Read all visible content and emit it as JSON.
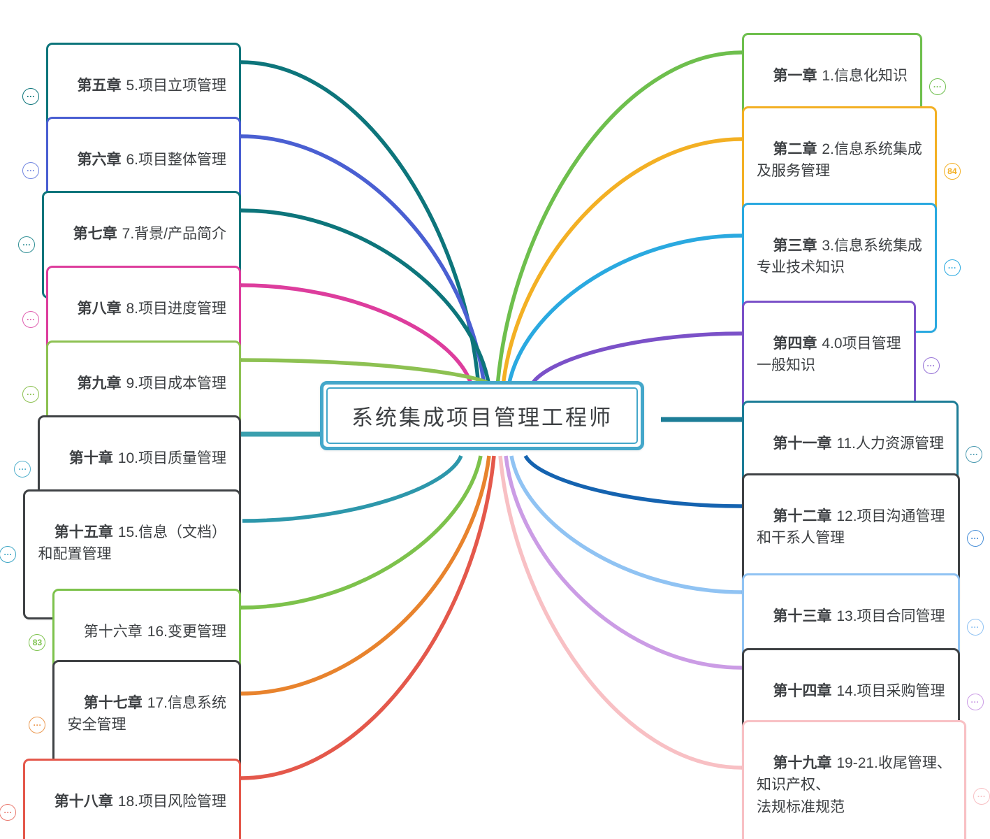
{
  "center": {
    "label": "系统集成项目管理工程师",
    "border_color": "#44a7ca"
  },
  "left_nodes": [
    {
      "chapter": "第五章",
      "title": "5.项目立项管理",
      "border_color": "#0d757b",
      "line_color": "#0d757b",
      "indicator": "···",
      "indicator_color": "#0d757b"
    },
    {
      "chapter": "第六章",
      "title": "6.项目整体管理",
      "border_color": "#4a5fd2",
      "line_color": "#4a5fd2",
      "indicator": "···",
      "indicator_color": "#7186e0"
    },
    {
      "chapter": "第七章",
      "title": "7.背景/产品简介",
      "border_color": "#0d757b",
      "line_color": "#0d757b",
      "indicator": "···",
      "indicator_color": "#2e8e94"
    },
    {
      "chapter": "第八章",
      "title": "8.项目进度管理",
      "border_color": "#dd3d9d",
      "line_color": "#dd3d9d",
      "indicator": "···",
      "indicator_color": "#e061b1"
    },
    {
      "chapter": "第九章",
      "title": "9.项目成本管理",
      "border_color": "#8dc152",
      "line_color": "#8dc152",
      "indicator": "···",
      "indicator_color": "#8dc152"
    },
    {
      "chapter": "第十章",
      "title": "10.项目质量管理",
      "border_color": "#3f4245",
      "line_color": "#3a9fae",
      "indicator": "···",
      "indicator_color": "#55b1cd"
    },
    {
      "chapter": "第十五章",
      "title": "15.信息（文档）\n和配置管理",
      "border_color": "#3f4245",
      "line_color": "#2d97ab",
      "indicator": "···",
      "indicator_color": "#3ba5c4"
    },
    {
      "chapter": "第十六章",
      "title": "16.变更管理",
      "chapter_weight": "400",
      "border_color": "#7dc24c",
      "line_color": "#7dc24c",
      "indicator": "83",
      "indicator_color": "#7dc24c"
    },
    {
      "chapter": "第十七章",
      "title": "17.信息系统\n安全管理",
      "border_color": "#3f4245",
      "line_color": "#e8832d",
      "indicator": "···",
      "indicator_color": "#ec9a52"
    },
    {
      "chapter": "第十八章",
      "title": "18.项目风险管理",
      "border_color": "#e4584b",
      "line_color": "#e4584b",
      "indicator": "···",
      "indicator_color": "#e97a6f"
    }
  ],
  "right_nodes": [
    {
      "chapter": "第一章",
      "title": "1.信息化知识",
      "border_color": "#6ebf4d",
      "line_color": "#6ebf4d",
      "indicator": "···",
      "indicator_color": "#6ebf4d"
    },
    {
      "chapter": "第二章",
      "title": "2.信息系统集成\n及服务管理",
      "border_color": "#f3b024",
      "line_color": "#f3b024",
      "indicator": "84",
      "indicator_color": "#f3b024"
    },
    {
      "chapter": "第三章",
      "title": "3.信息系统集成\n专业技术知识",
      "border_color": "#2aa9e0",
      "line_color": "#2aa9e0",
      "indicator": "···",
      "indicator_color": "#2aa9e0"
    },
    {
      "chapter": "第四章",
      "title": "4.0项目管理\n一般知识",
      "border_color": "#7b51c8",
      "line_color": "#7b51c8",
      "indicator": "···",
      "indicator_color": "#9672d6"
    },
    {
      "chapter": "第十一章",
      "title": "11.人力资源管理",
      "border_color": "#1d7d97",
      "line_color": "#1d7d97",
      "indicator": "···",
      "indicator_color": "#4a9ab0"
    },
    {
      "chapter": "第十二章",
      "title": "12.项目沟通管理\n和干系人管理",
      "border_color": "#3f4245",
      "line_color": "#1563b0",
      "indicator": "···",
      "indicator_color": "#4a90d8"
    },
    {
      "chapter": "第十三章",
      "title": "13.项目合同管理",
      "border_color": "#90c3f3",
      "line_color": "#90c3f3",
      "indicator": "···",
      "indicator_color": "#90c3f3"
    },
    {
      "chapter": "第十四章",
      "title": "14.项目采购管理",
      "border_color": "#3f4245",
      "line_color": "#cb9ce5",
      "indicator": "···",
      "indicator_color": "#cb9ce5"
    },
    {
      "chapter": "第十九章",
      "title": "19-21.收尾管理、\n知识产权、\n法规标准规范",
      "border_color": "#f8c0c4",
      "line_color": "#f8c0c4",
      "indicator": "···",
      "indicator_color": "#f8c0c4"
    }
  ]
}
